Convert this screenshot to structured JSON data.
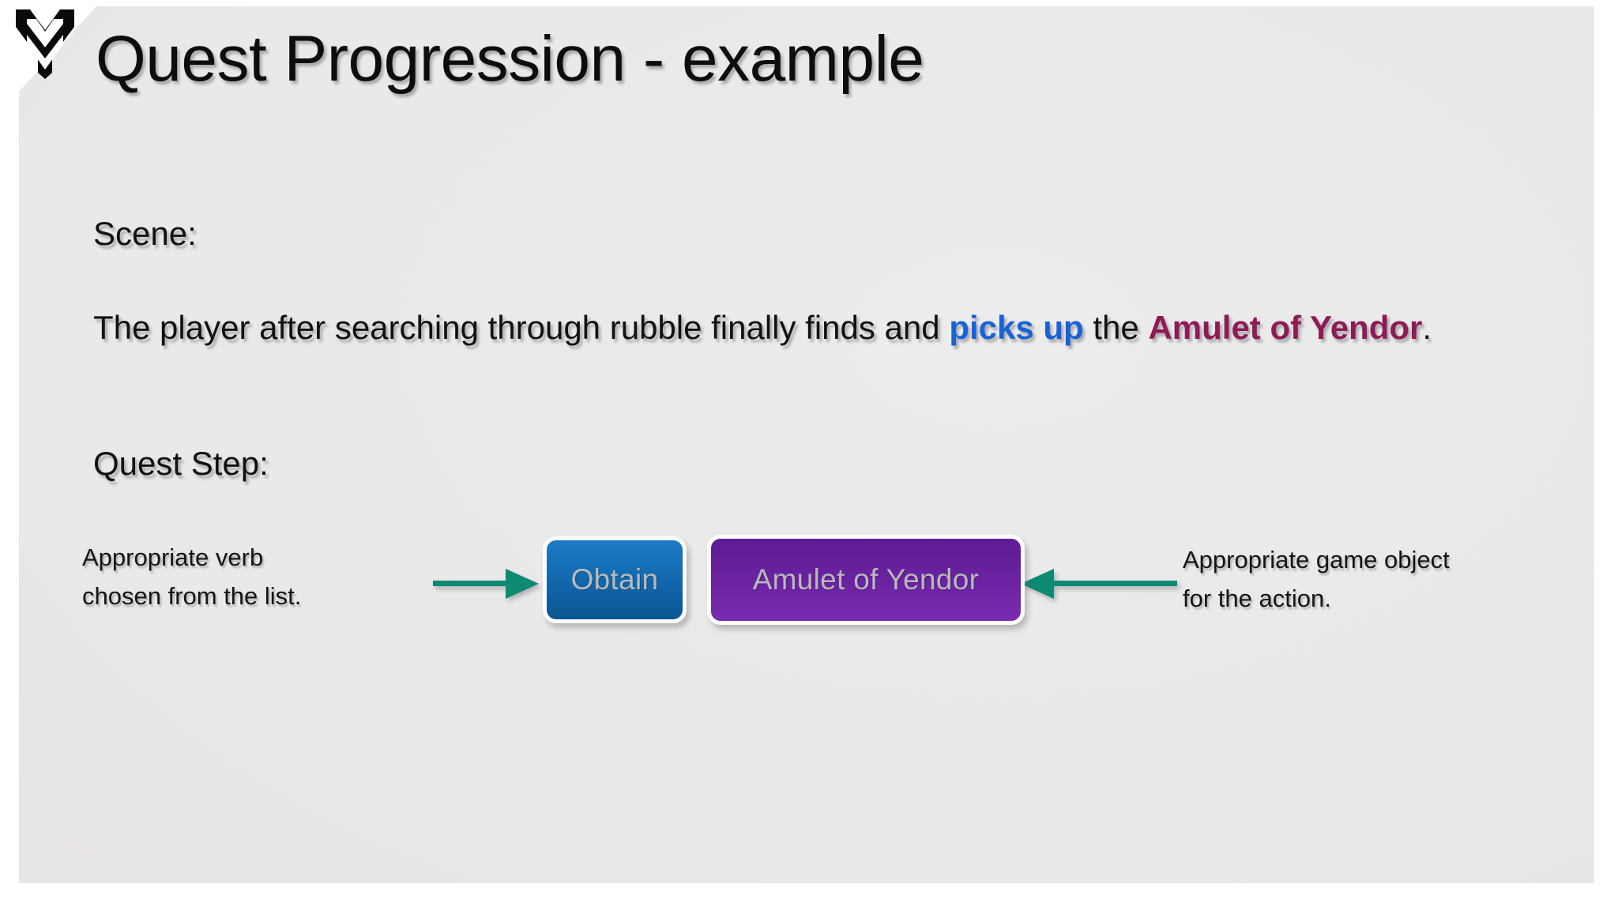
{
  "slide": {
    "title": "Quest Progression - example",
    "logo_icon": "double-chevron-shield-logo",
    "background_color": "#eae8e9"
  },
  "scene": {
    "label": "Scene:",
    "body_parts": [
      {
        "text": "The player after searching through rubble finally finds and ",
        "style": "normal"
      },
      {
        "text": "picks up",
        "style": "accent-blue"
      },
      {
        "text": " the ",
        "style": "normal"
      },
      {
        "text": "Amulet of Yendor",
        "style": "accent-magenta"
      },
      {
        "text": ".",
        "style": "normal"
      }
    ],
    "accent_blue": "#1962d6",
    "accent_magenta": "#8e1b55"
  },
  "quest_step": {
    "label": "Quest Step:",
    "nodes": [
      {
        "name": "verb-node",
        "label": "Obtain",
        "color": "#1670b7"
      },
      {
        "name": "object-node",
        "label": "Amulet of Yendor",
        "color": "#6d24a4"
      }
    ],
    "arrow_color": "#0e8a72"
  },
  "annotations": {
    "left": {
      "line1": "Appropriate verb",
      "line2": "chosen from the list."
    },
    "right": {
      "line1": "Appropriate game object",
      "line2": "for the action."
    }
  }
}
